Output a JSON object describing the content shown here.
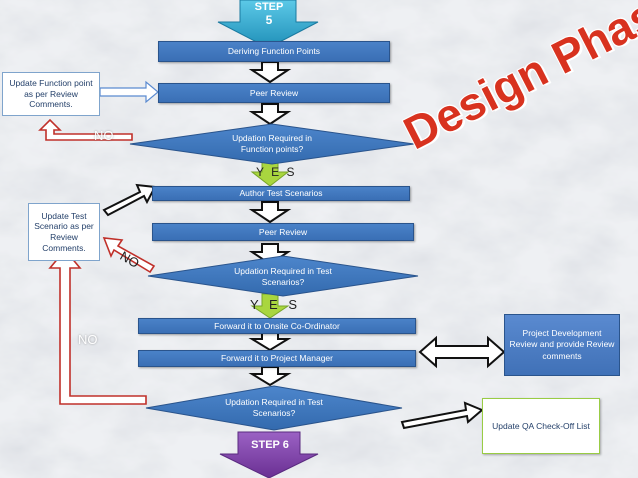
{
  "title": "Design Phase",
  "step_top": {
    "line1": "STEP",
    "line2": "5"
  },
  "step_bottom": "STEP 6",
  "nodes": {
    "deriving": "Deriving Function Points",
    "peer_review_1": "Peer Review",
    "decision_1": "Updation Required in Function points?",
    "author_test": "Author Test Scenarios",
    "peer_review_2": "Peer Review",
    "decision_2": "Updation Required in Test Scenarios?",
    "forward_onsite": "Forward  it to Onsite Co-Ordinator",
    "forward_pm": "Forward it to Project Manager",
    "decision_3": "Updation Required in Test Scenarios?"
  },
  "side_boxes": {
    "update_function": "Update Function point as per Review Comments.",
    "update_test": "Update Test Scenario as per Review Comments.",
    "project_dev": "Project Development Review and  provide Review comments",
    "qa_checkoff": "Update QA Check-Off List"
  },
  "labels": {
    "yes_1": "Y E S",
    "yes_2": "Y E S",
    "no_1": "NO",
    "no_2": "NO",
    "no_3": "NO"
  },
  "colors": {
    "box_blue": "#3a6fb5",
    "arrow_red": "#c0302a",
    "arrow_green": "#9acd32",
    "step_top": "#2aa6c9",
    "step_bottom": "#7a3fa0",
    "title_red": "#d8321f"
  }
}
